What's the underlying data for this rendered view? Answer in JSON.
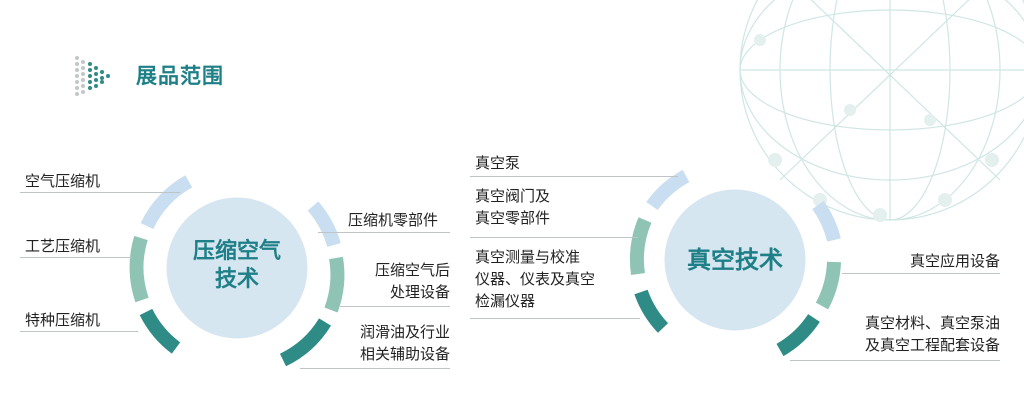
{
  "header": {
    "title": "展品范围"
  },
  "left_group": {
    "circle_title_line1": "压缩空气",
    "circle_title_line2": "技术",
    "left_items": [
      "空气压缩机",
      "工艺压缩机",
      "特种压缩机"
    ],
    "right_items": [
      {
        "line1": "压缩机零部件",
        "line2": ""
      },
      {
        "line1": "压缩空气后",
        "line2": "处理设备"
      },
      {
        "line1": "润滑油及行业",
        "line2": "相关辅助设备"
      }
    ]
  },
  "right_group": {
    "circle_title": "真空技术",
    "left_items": [
      {
        "line1": "真空泵",
        "line2": "",
        "line3": ""
      },
      {
        "line1": "真空阀门及",
        "line2": "真空零部件",
        "line3": ""
      },
      {
        "line1": "真空测量与校准",
        "line2": "仪器、仪表及真空",
        "line3": "检漏仪器"
      }
    ],
    "right_items": [
      {
        "line1": "真空应用设备",
        "line2": ""
      },
      {
        "line1": "真空材料、真空泵油",
        "line2": "及真空工程配套设备"
      }
    ]
  },
  "colors": {
    "teal_dark": "#2e8b86",
    "teal_mid": "#8fc4b4",
    "blue_light": "#c9def0",
    "circle_fill": "#d6e6f0",
    "title_teal": "#1e7f86"
  }
}
